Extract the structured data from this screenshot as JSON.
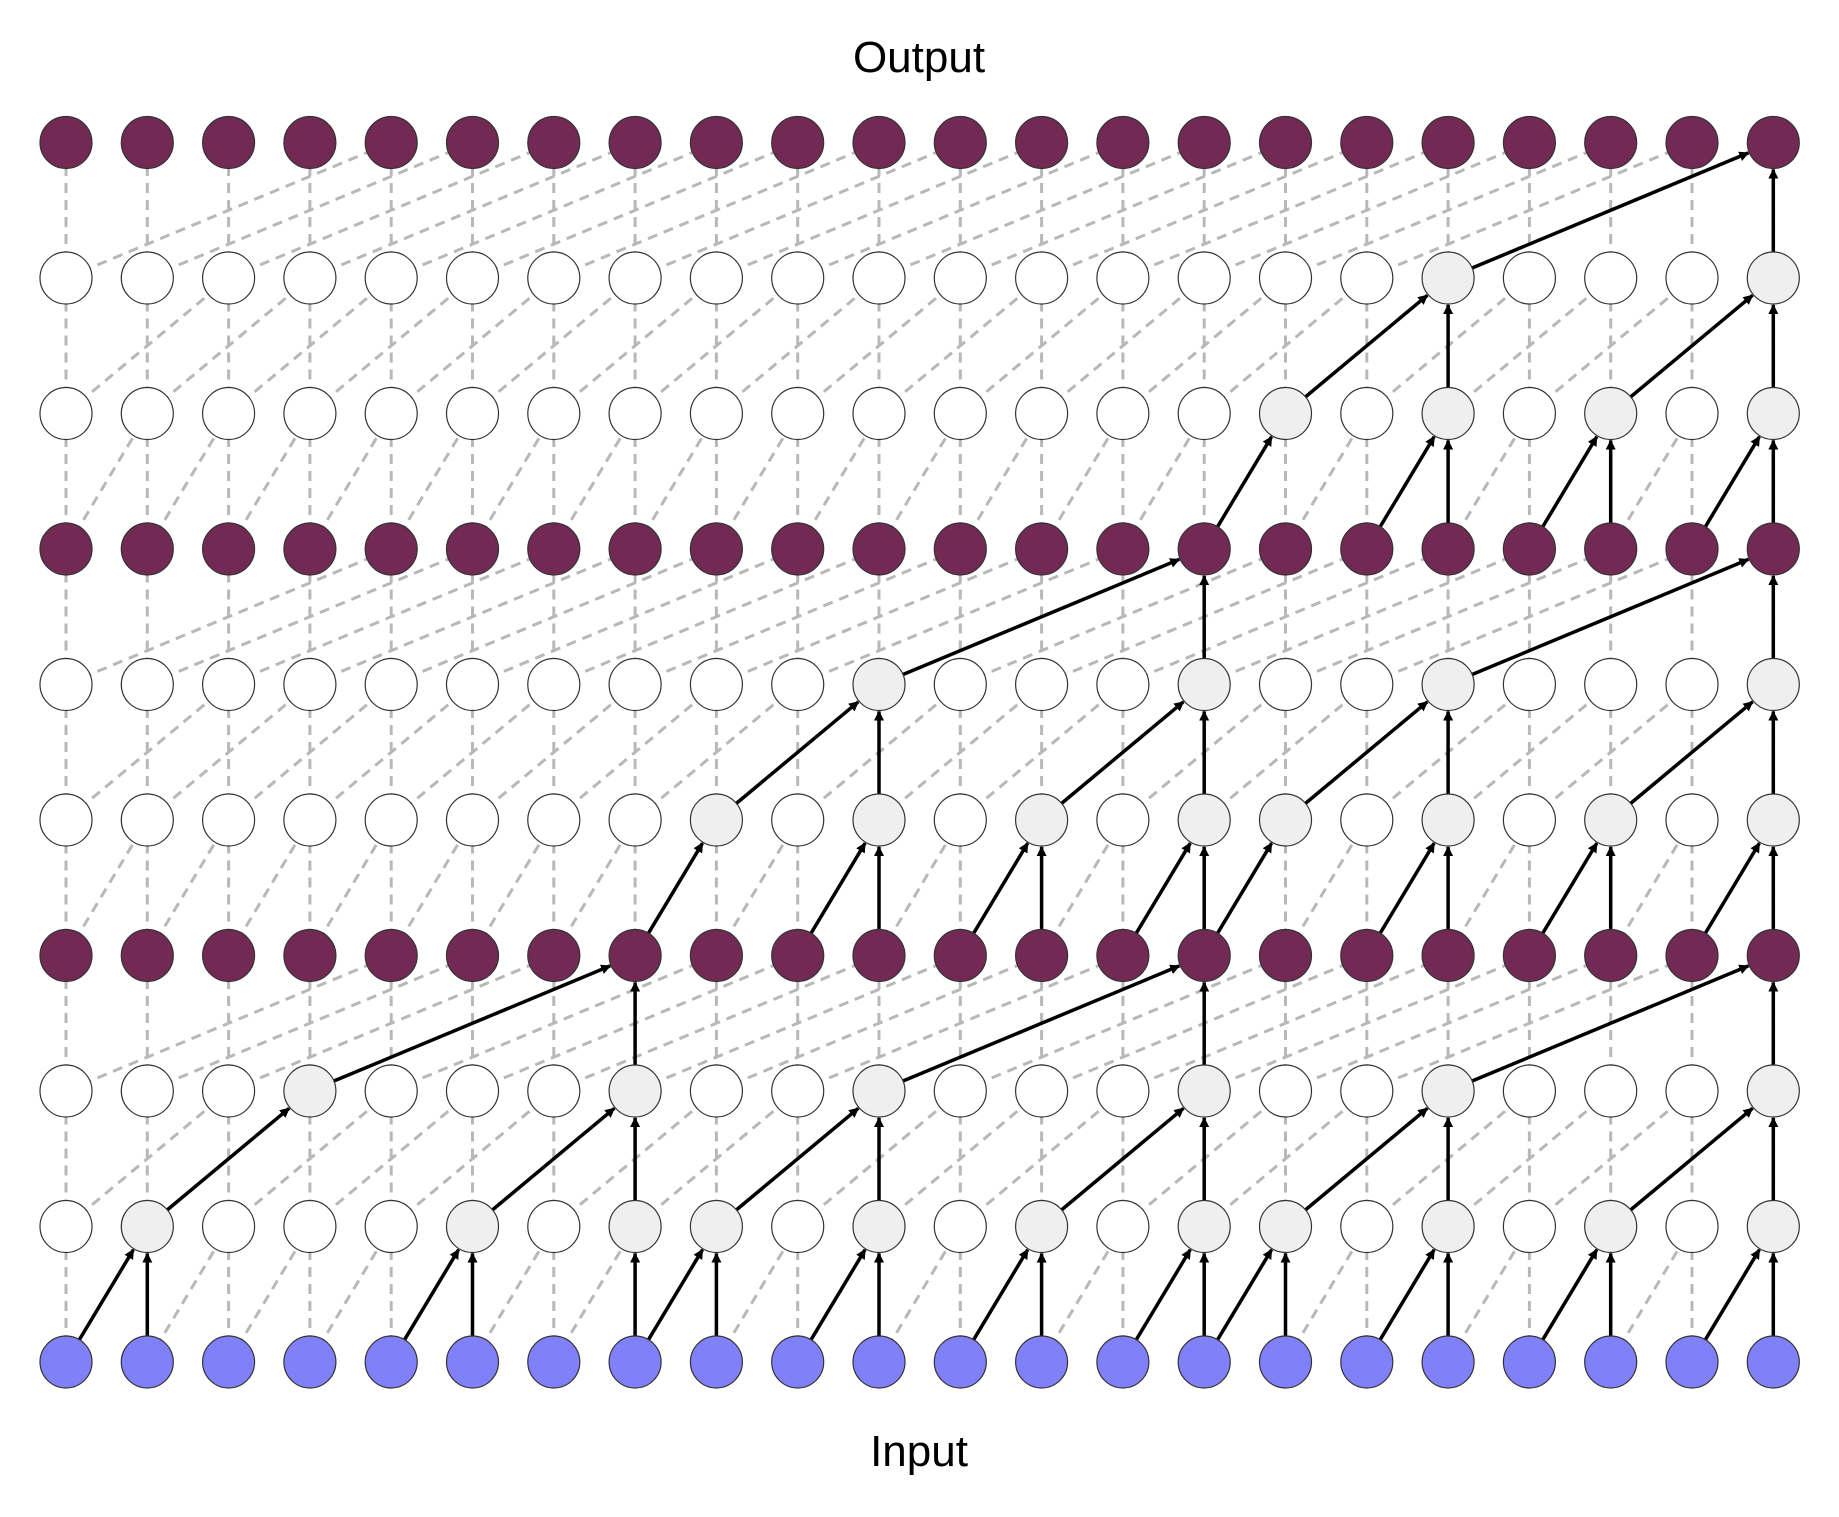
{
  "title_top": "Output",
  "title_bottom": "Input",
  "grid": {
    "columns": 22,
    "rows": 10,
    "row_kinds": [
      "input",
      "hidden",
      "hidden",
      "output",
      "hidden",
      "hidden",
      "output",
      "hidden",
      "hidden",
      "output"
    ]
  },
  "colors": {
    "input_node": "#8080f8",
    "output_node": "#722a55",
    "hidden_node": "#ffffff",
    "active_hidden_node": "#efefef",
    "dashed_edge": "#b8b8b8",
    "active_edge": "#000000"
  },
  "active_hidden_nodes": {
    "1": [
      1,
      5,
      7,
      8,
      10,
      12,
      14,
      15,
      17,
      19,
      21
    ],
    "2": [
      3,
      7,
      10,
      14,
      17,
      21
    ],
    "4": [
      8,
      10,
      12,
      14,
      15,
      17,
      19,
      21
    ],
    "5": [
      10,
      14,
      17,
      21
    ],
    "7": [
      15,
      17,
      19,
      21
    ],
    "8": [
      17,
      21
    ]
  },
  "dashed_dilation_by_row": [
    1,
    2,
    4,
    1,
    2,
    4,
    1,
    2,
    4
  ],
  "active_edges": [
    [
      0,
      0,
      1,
      1
    ],
    [
      0,
      1,
      1,
      1
    ],
    [
      0,
      4,
      1,
      5
    ],
    [
      0,
      5,
      1,
      5
    ],
    [
      0,
      7,
      1,
      7
    ],
    [
      0,
      7,
      1,
      8
    ],
    [
      0,
      8,
      1,
      8
    ],
    [
      0,
      9,
      1,
      10
    ],
    [
      0,
      10,
      1,
      10
    ],
    [
      0,
      11,
      1,
      12
    ],
    [
      0,
      12,
      1,
      12
    ],
    [
      0,
      13,
      1,
      14
    ],
    [
      0,
      14,
      1,
      14
    ],
    [
      0,
      14,
      1,
      15
    ],
    [
      0,
      15,
      1,
      15
    ],
    [
      0,
      16,
      1,
      17
    ],
    [
      0,
      17,
      1,
      17
    ],
    [
      0,
      18,
      1,
      19
    ],
    [
      0,
      19,
      1,
      19
    ],
    [
      0,
      20,
      1,
      21
    ],
    [
      0,
      21,
      1,
      21
    ],
    [
      1,
      1,
      2,
      3
    ],
    [
      1,
      5,
      2,
      7
    ],
    [
      1,
      7,
      2,
      7
    ],
    [
      1,
      8,
      2,
      10
    ],
    [
      1,
      10,
      2,
      10
    ],
    [
      1,
      12,
      2,
      14
    ],
    [
      1,
      14,
      2,
      14
    ],
    [
      1,
      15,
      2,
      17
    ],
    [
      1,
      17,
      2,
      17
    ],
    [
      1,
      19,
      2,
      21
    ],
    [
      1,
      21,
      2,
      21
    ],
    [
      2,
      3,
      3,
      7
    ],
    [
      2,
      7,
      3,
      7
    ],
    [
      2,
      10,
      3,
      14
    ],
    [
      2,
      14,
      3,
      14
    ],
    [
      2,
      17,
      3,
      21
    ],
    [
      2,
      21,
      3,
      21
    ],
    [
      3,
      7,
      4,
      8
    ],
    [
      3,
      9,
      4,
      10
    ],
    [
      3,
      10,
      4,
      10
    ],
    [
      3,
      11,
      4,
      12
    ],
    [
      3,
      12,
      4,
      12
    ],
    [
      3,
      13,
      4,
      14
    ],
    [
      3,
      14,
      4,
      14
    ],
    [
      3,
      14,
      4,
      15
    ],
    [
      3,
      16,
      4,
      17
    ],
    [
      3,
      17,
      4,
      17
    ],
    [
      3,
      18,
      4,
      19
    ],
    [
      3,
      19,
      4,
      19
    ],
    [
      3,
      20,
      4,
      21
    ],
    [
      3,
      21,
      4,
      21
    ],
    [
      4,
      8,
      5,
      10
    ],
    [
      4,
      10,
      5,
      10
    ],
    [
      4,
      12,
      5,
      14
    ],
    [
      4,
      14,
      5,
      14
    ],
    [
      4,
      15,
      5,
      17
    ],
    [
      4,
      17,
      5,
      17
    ],
    [
      4,
      19,
      5,
      21
    ],
    [
      4,
      21,
      5,
      21
    ],
    [
      5,
      10,
      6,
      14
    ],
    [
      5,
      14,
      6,
      14
    ],
    [
      5,
      17,
      6,
      21
    ],
    [
      5,
      21,
      6,
      21
    ],
    [
      6,
      14,
      7,
      15
    ],
    [
      6,
      16,
      7,
      17
    ],
    [
      6,
      17,
      7,
      17
    ],
    [
      6,
      18,
      7,
      19
    ],
    [
      6,
      19,
      7,
      19
    ],
    [
      6,
      20,
      7,
      21
    ],
    [
      6,
      21,
      7,
      21
    ],
    [
      7,
      15,
      8,
      17
    ],
    [
      7,
      17,
      8,
      17
    ],
    [
      7,
      19,
      8,
      21
    ],
    [
      7,
      21,
      8,
      21
    ],
    [
      8,
      17,
      9,
      21
    ],
    [
      8,
      21,
      9,
      21
    ]
  ]
}
